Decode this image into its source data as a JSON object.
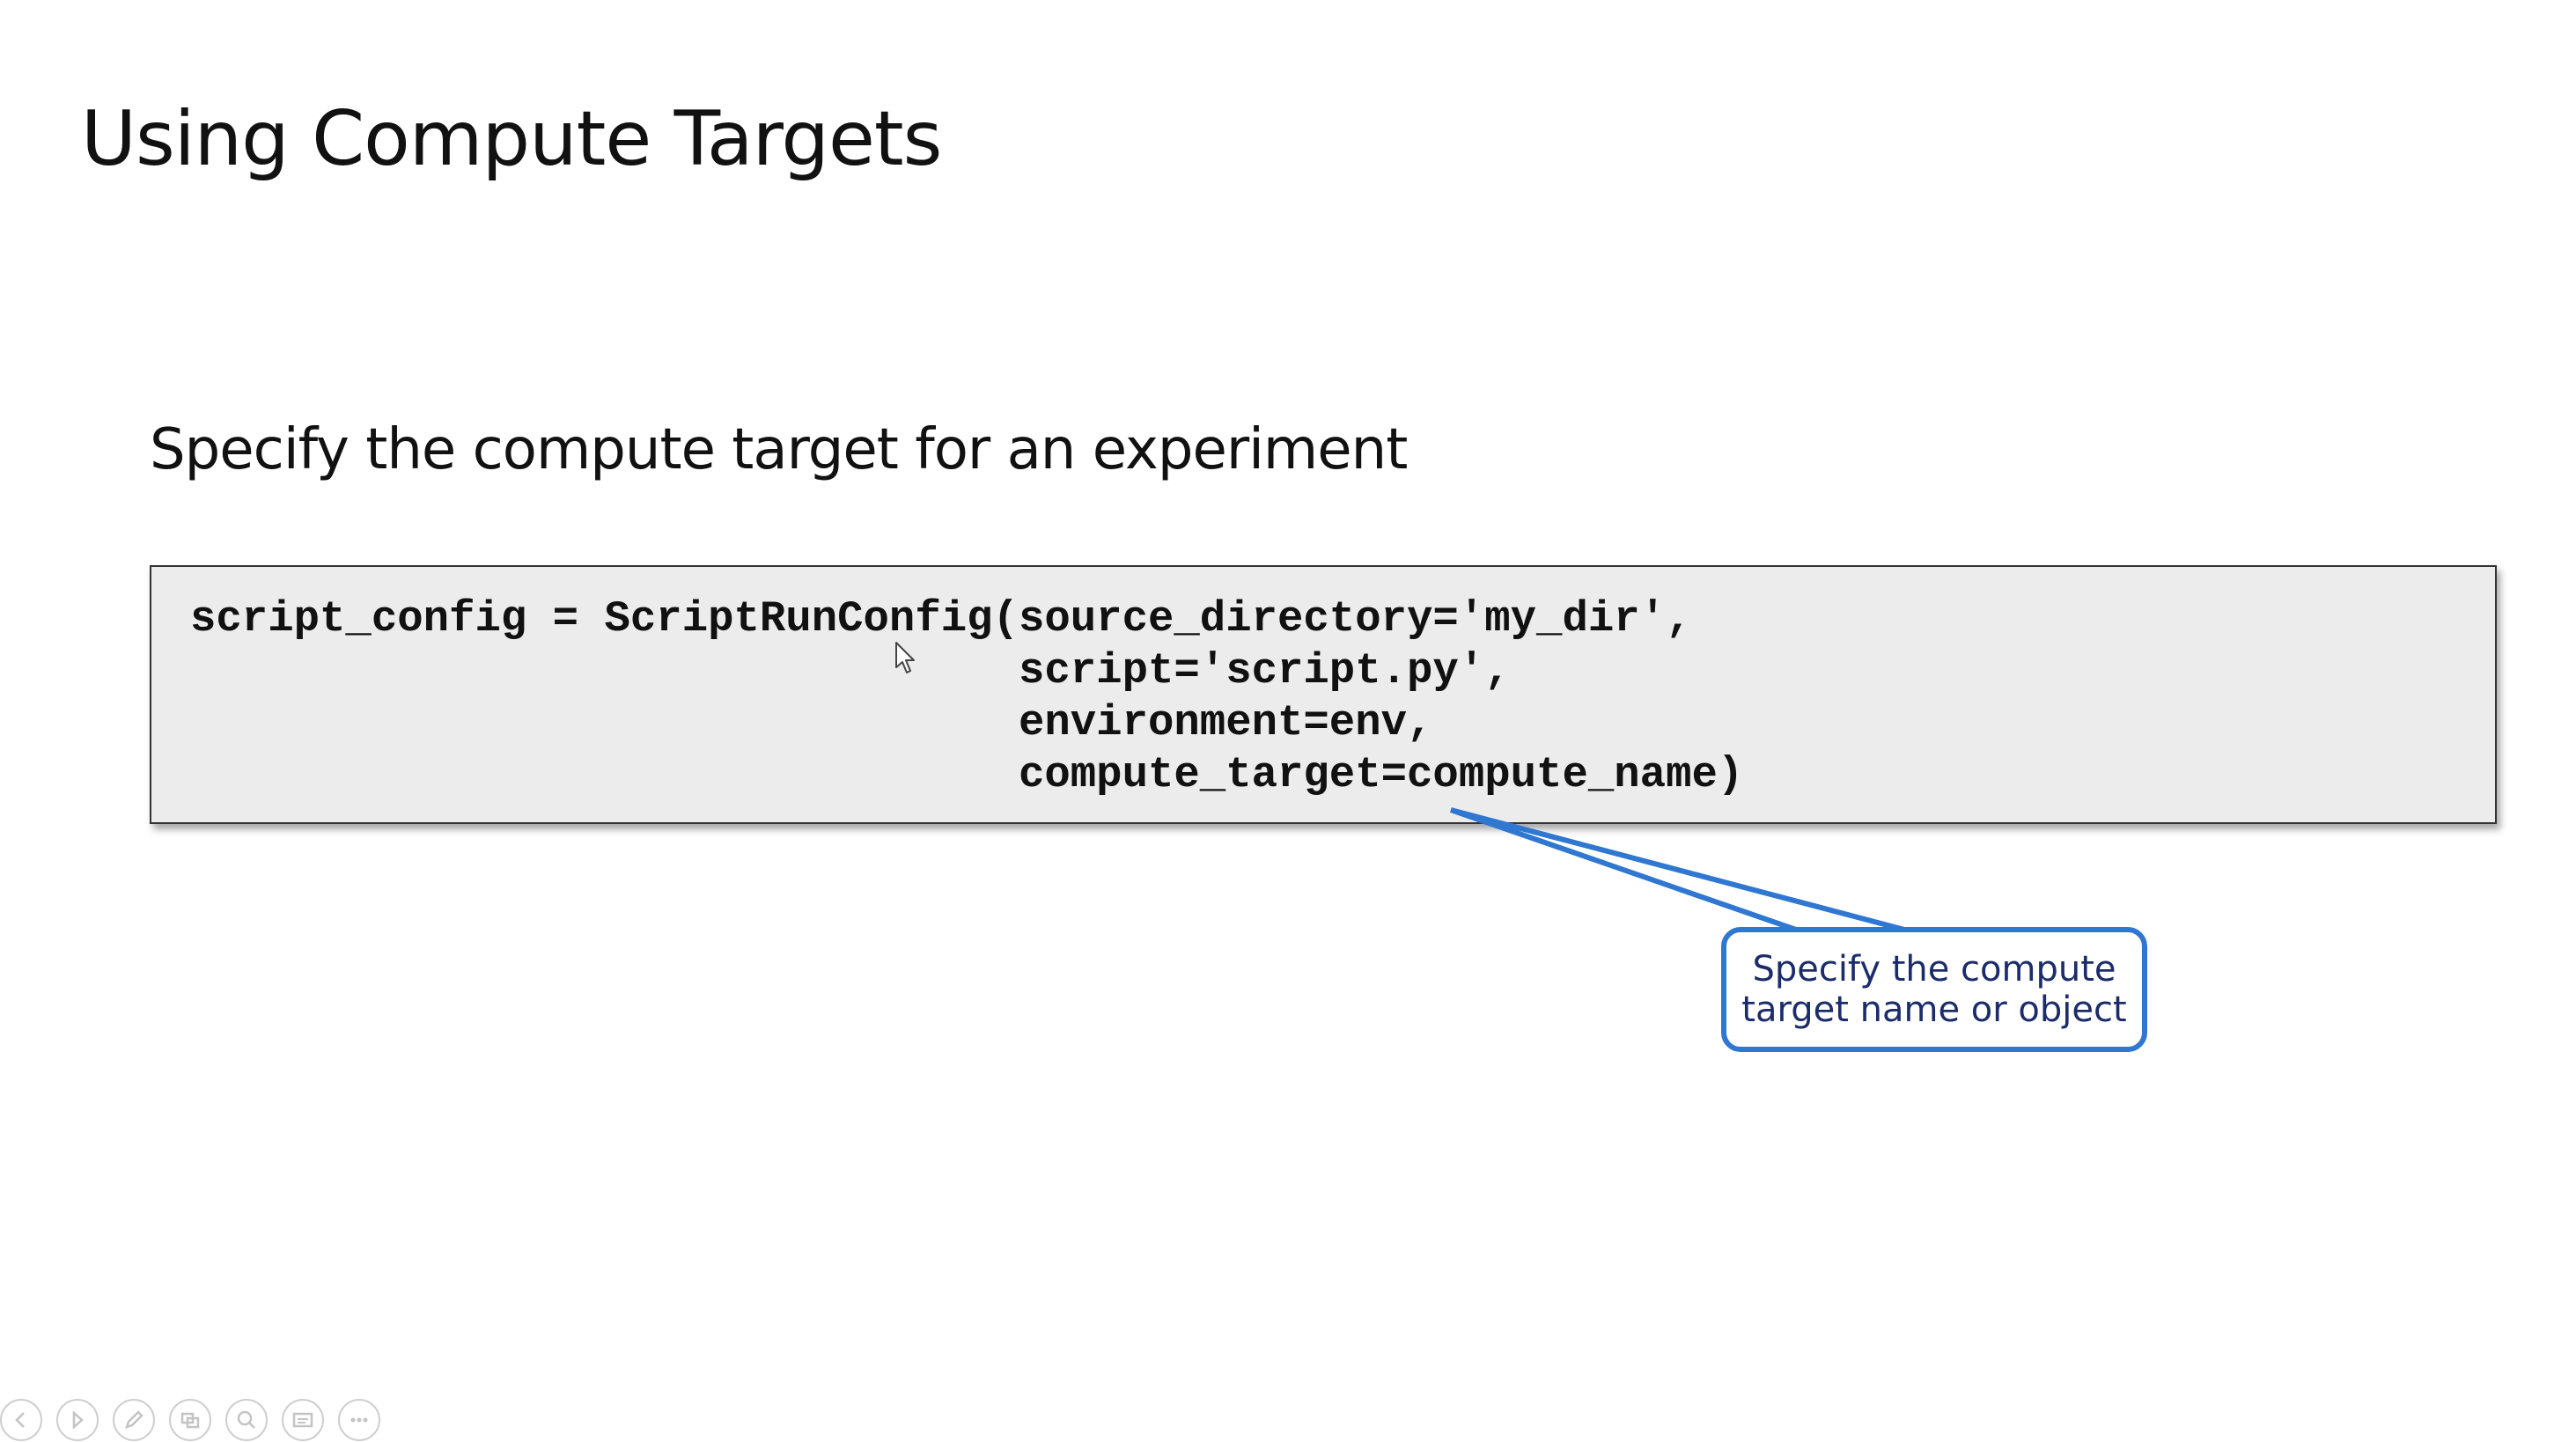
{
  "slide": {
    "title": "Using Compute Targets",
    "subtitle": "Specify the compute target for an experiment",
    "code_lines": [
      "script_config = ScriptRunConfig(source_directory='my_dir',",
      "                                script='script.py',",
      "                                environment=env,",
      "                                compute_target=compute_name)"
    ],
    "callout": {
      "line1": "Specify the compute",
      "line2": "target name or object",
      "border_color": "#2f77d0",
      "text_color": "#1b2c6b"
    }
  },
  "toolbar": {
    "buttons": [
      {
        "name": "previous-slide-button",
        "icon": "chevron-left-icon"
      },
      {
        "name": "next-slide-button",
        "icon": "chevron-right-icon"
      },
      {
        "name": "pen-button",
        "icon": "pen-icon"
      },
      {
        "name": "see-all-slides-button",
        "icon": "slides-icon"
      },
      {
        "name": "zoom-button",
        "icon": "magnifier-icon"
      },
      {
        "name": "subtitles-button",
        "icon": "subtitles-icon"
      },
      {
        "name": "more-options-button",
        "icon": "more-icon"
      }
    ]
  }
}
